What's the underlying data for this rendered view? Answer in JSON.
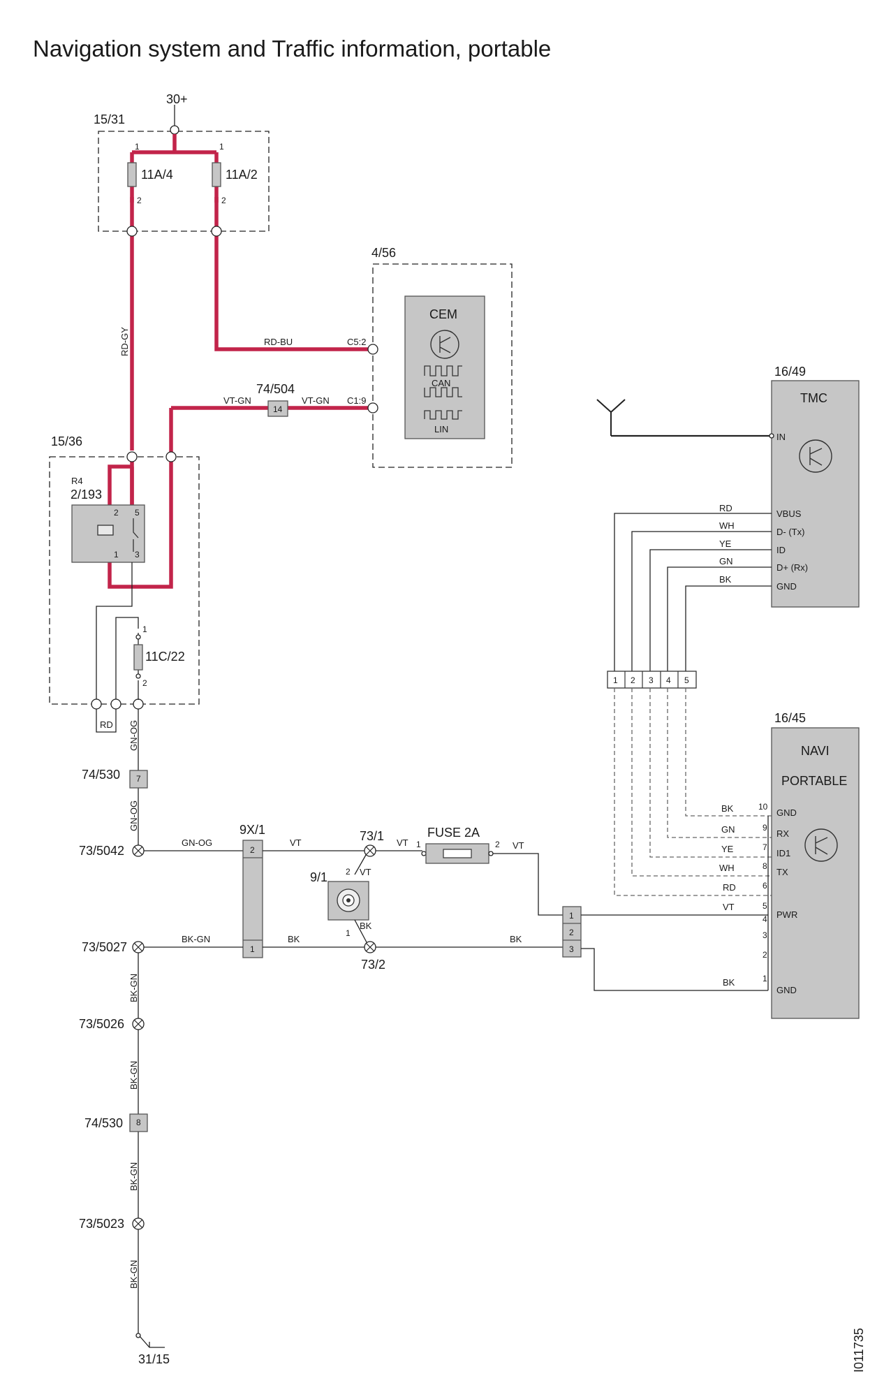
{
  "title": "Navigation system and Traffic information, portable",
  "doc_id": "I011735",
  "terminals": {
    "supply": "30+",
    "ground": "31/15"
  },
  "components": {
    "fusebox_a": "15/31",
    "fuse_a4": "11A/4",
    "fuse_a2": "11A/2",
    "fusebox_b": "15/36",
    "relay_tag": "R4",
    "relay_id": "2/193",
    "fuse_c22": "11C/22",
    "cem_box": "4/56",
    "cem_title": "CEM",
    "can": "CAN",
    "lin": "LIN",
    "conn_74_504": "74/504",
    "conn_74_504_pin": "14",
    "conn_74_530a": "74/530",
    "conn_74_530a_pin": "7",
    "conn_74_530b": "74/530",
    "conn_74_530b_pin": "8",
    "conn_9x1": "9X/1",
    "splice_731": "73/1",
    "splice_732": "73/2",
    "antenna_socket": "9/1",
    "fuse_2a": "FUSE 2A",
    "tmc_box": "16/49",
    "tmc_title": "TMC",
    "navi_box": "16/45",
    "navi_title_1": "NAVI",
    "navi_title_2": "PORTABLE",
    "gnd_5042": "73/5042",
    "gnd_5027": "73/5027",
    "gnd_5026": "73/5026",
    "gnd_5023": "73/5023"
  },
  "wires": {
    "rd_gy": "RD-GY",
    "rd_bu": "RD-BU",
    "c5_2": "C5:2",
    "vt_gn_1": "VT-GN",
    "vt_gn_2": "VT-GN",
    "c1_9": "C1:9",
    "rd": "RD",
    "gn_og_1": "GN-OG",
    "gn_og_2": "GN-OG",
    "gn_og_3": "GN-OG",
    "vt_1": "VT",
    "vt_2": "VT",
    "vt_3": "VT",
    "vt_4": "VT",
    "vt_5": "VT",
    "bk_gn_1": "BK-GN",
    "bk_1": "BK",
    "bk_2": "BK",
    "bk_3": "BK",
    "bk_gn_2": "BK-GN",
    "bk_gn_3": "BK-GN",
    "bk_gn_4": "BK-GN",
    "bk_gn_5": "BK-GN",
    "bk_navi_gnd": "BK"
  },
  "pins": {
    "fuse_a4_1": "1",
    "fuse_a4_2": "2",
    "fuse_a2_1": "1",
    "fuse_a2_2": "2",
    "relay_2": "2",
    "relay_5": "5",
    "relay_1": "1",
    "relay_3": "3",
    "fuse_c22_1": "1",
    "fuse_c22_2": "2",
    "x9_2": "2",
    "x9_1": "1",
    "fuse2a_1": "1",
    "fuse2a_2": "2",
    "ant_2": "2",
    "ant_1": "1",
    "navi_conn": [
      "1",
      "2",
      "3"
    ],
    "bus_conn": [
      "1",
      "2",
      "3",
      "4",
      "5"
    ]
  },
  "tmc_pins": [
    {
      "wire": "RD",
      "label": "VBUS"
    },
    {
      "wire": "WH",
      "label": "D- (Tx)"
    },
    {
      "wire": "YE",
      "label": "ID"
    },
    {
      "wire": "GN",
      "label": "D+ (Rx)"
    },
    {
      "wire": "BK",
      "label": "GND"
    }
  ],
  "tmc_in": "IN",
  "navi_pins": [
    {
      "num": "10",
      "wire": "BK",
      "label": "GND"
    },
    {
      "num": "9",
      "wire": "GN",
      "label": "RX"
    },
    {
      "num": "7",
      "wire": "YE",
      "label": "ID1"
    },
    {
      "num": "8",
      "wire": "WH",
      "label": "TX"
    },
    {
      "num": "6",
      "wire": "RD",
      "label": ""
    },
    {
      "num": "5",
      "wire": "VT",
      "label": "PWR"
    },
    {
      "num": "4",
      "wire": "",
      "label": ""
    },
    {
      "num": "3",
      "wire": "",
      "label": ""
    },
    {
      "num": "2",
      "wire": "",
      "label": ""
    },
    {
      "num": "1",
      "wire": "BK",
      "label": "GND"
    }
  ]
}
